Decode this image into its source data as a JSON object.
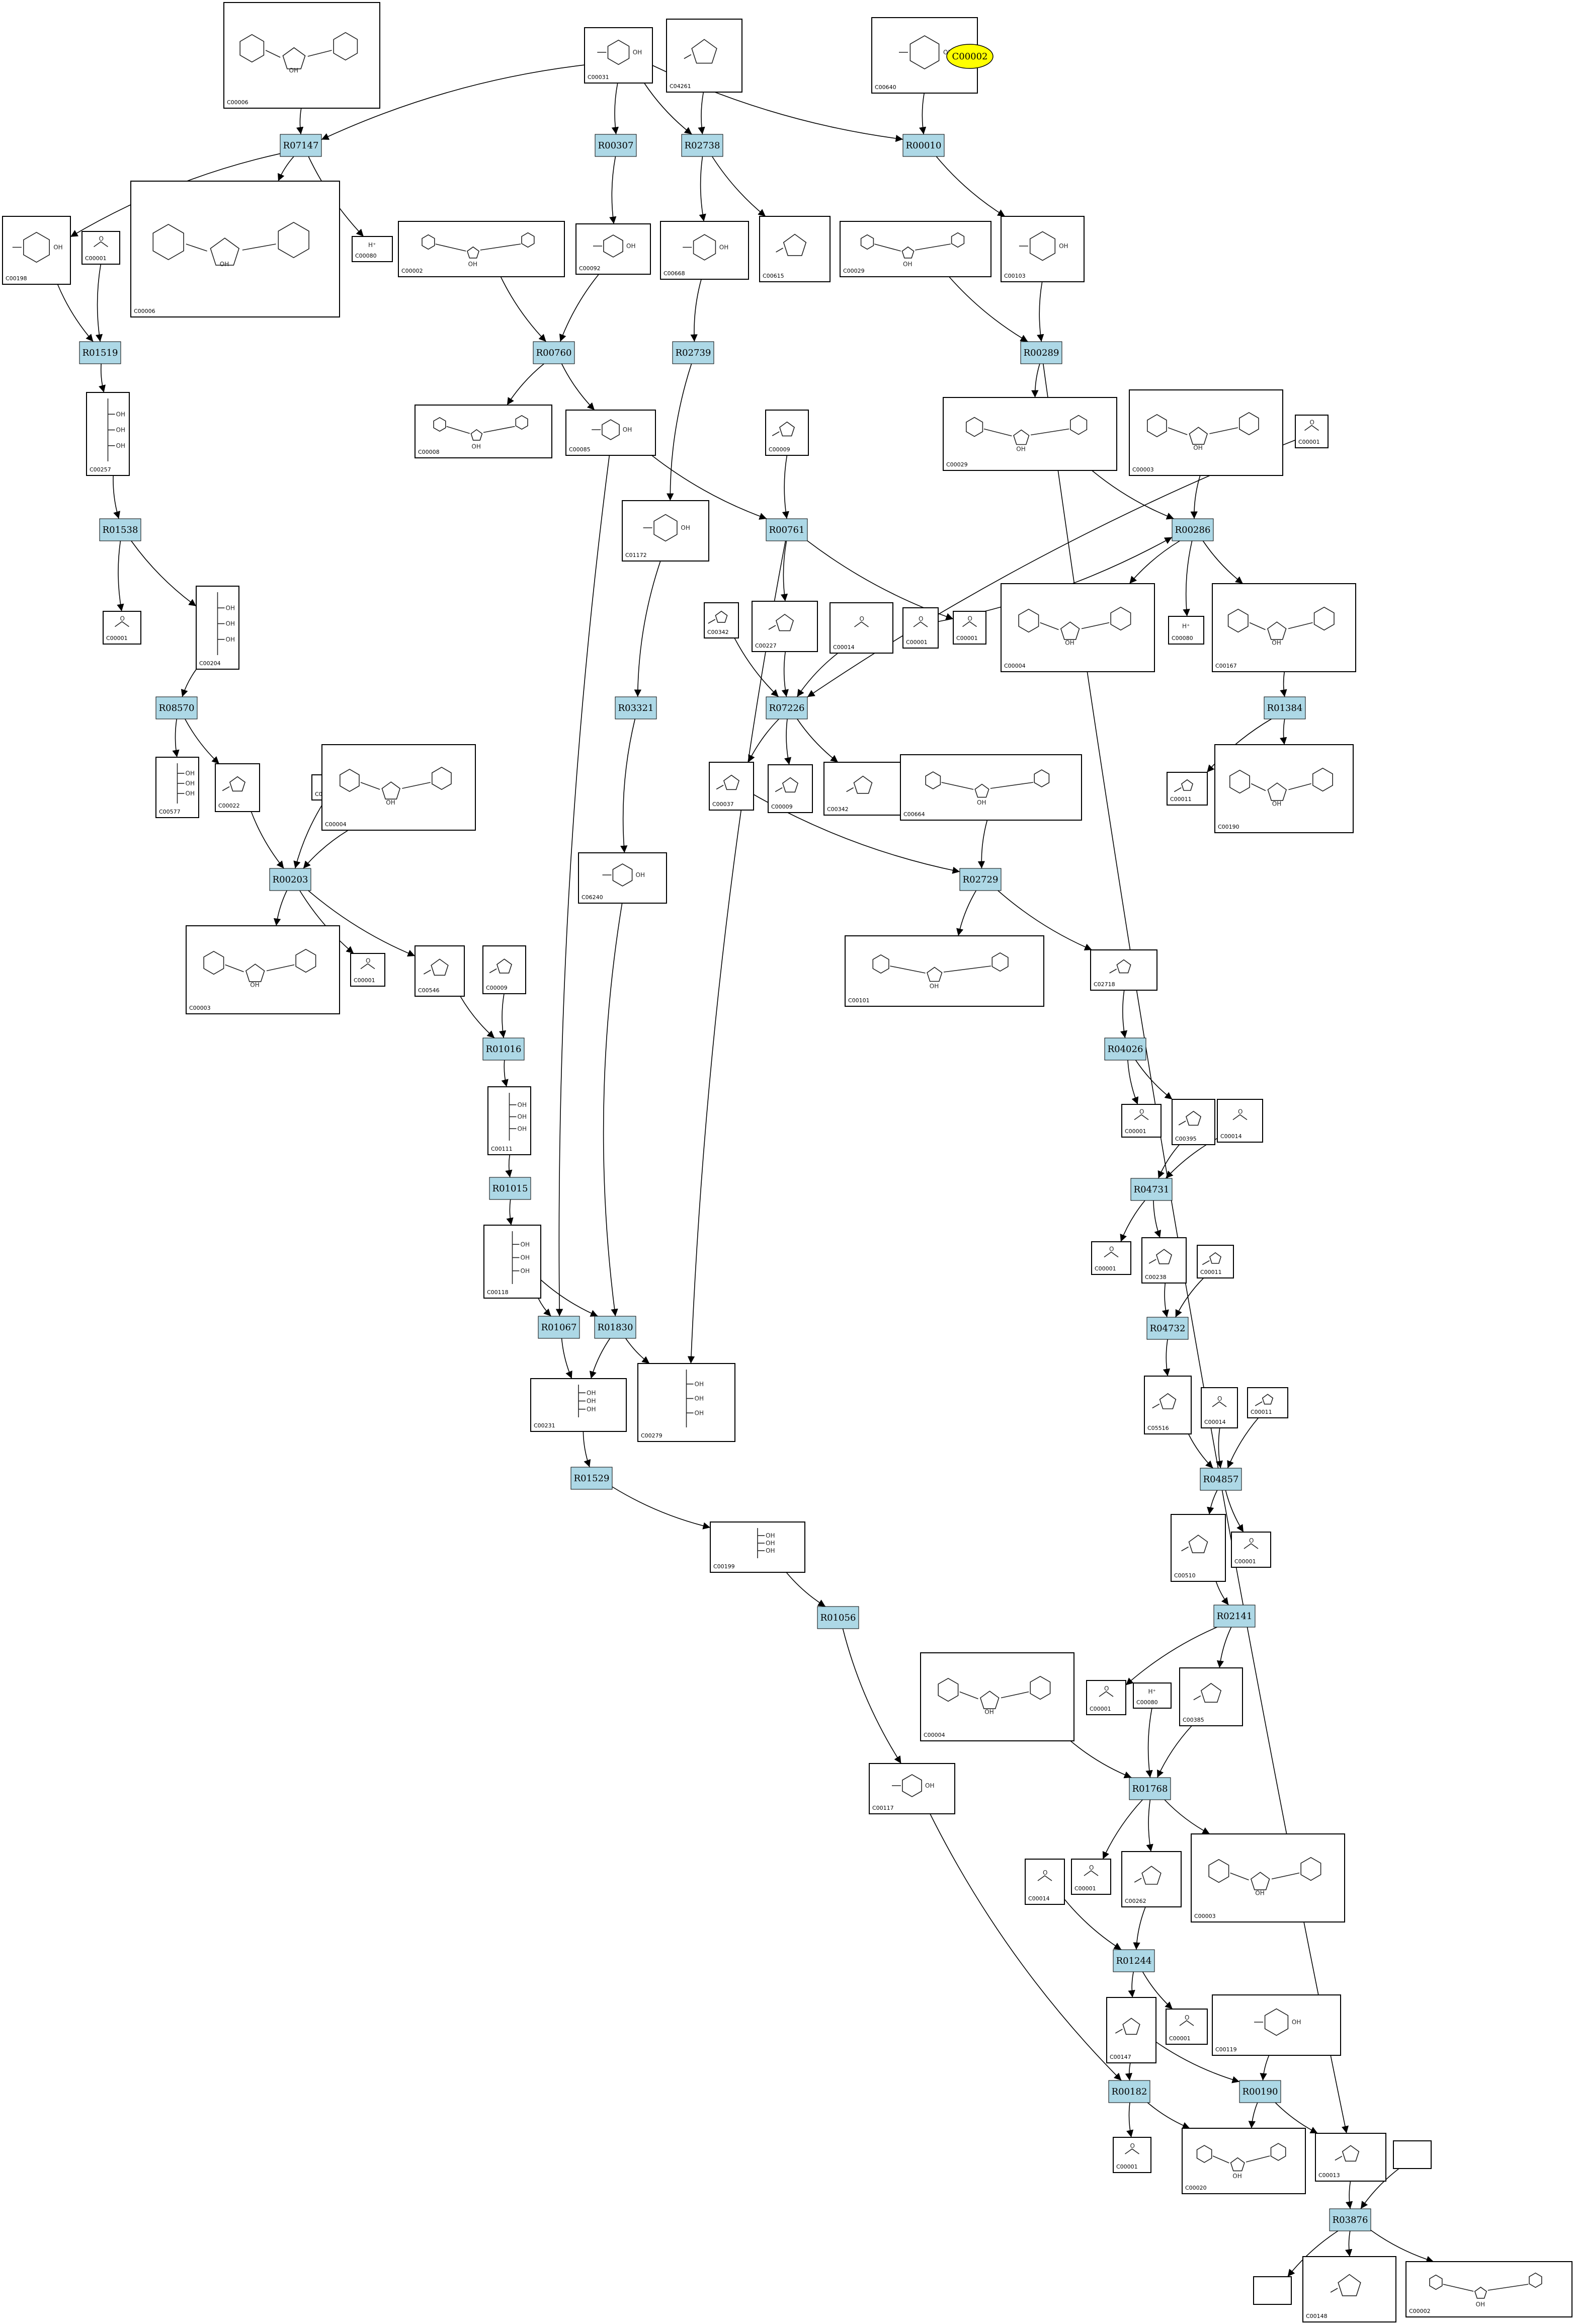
{
  "legend": {
    "label": "C00002",
    "color": "#ffff00"
  },
  "colors": {
    "reaction_fill": "#add8e6",
    "compound_fill": "#ffffff",
    "line": "#000000"
  },
  "compounds": [
    {
      "id": "n1",
      "label": "C00006",
      "type": "nucleotide"
    },
    {
      "id": "n2",
      "label": "C00031",
      "type": "sugar"
    },
    {
      "id": "n3",
      "label": "C04261",
      "type": "small"
    },
    {
      "id": "n4",
      "label": "C00640",
      "type": "sugar"
    },
    {
      "id": "n5",
      "label": "C00198",
      "type": "sugar"
    },
    {
      "id": "n6",
      "label": "C00001",
      "type": "water"
    },
    {
      "id": "n7",
      "label": "C00006",
      "type": "nucleotide"
    },
    {
      "id": "n8",
      "label": "C00080",
      "type": "ion"
    },
    {
      "id": "n9",
      "label": "C00002",
      "type": "nucleotide"
    },
    {
      "id": "n10",
      "label": "C00092",
      "type": "sugar"
    },
    {
      "id": "n11",
      "label": "C00668",
      "type": "sugar"
    },
    {
      "id": "n12",
      "label": "C00615",
      "type": "small"
    },
    {
      "id": "n13",
      "label": "C00029",
      "type": "nucleotide"
    },
    {
      "id": "n14",
      "label": "C00103",
      "type": "sugar"
    },
    {
      "id": "n15",
      "label": "C00257",
      "type": "chain"
    },
    {
      "id": "n16",
      "label": "C00008",
      "type": "nucleotide"
    },
    {
      "id": "n17",
      "label": "C00085",
      "type": "sugar"
    },
    {
      "id": "n18",
      "label": "C00029",
      "type": "nucleotide"
    },
    {
      "id": "n19",
      "label": "C00003",
      "type": "nucleotide"
    },
    {
      "id": "n20",
      "label": "C00001",
      "type": "water"
    },
    {
      "id": "n21",
      "label": "C00009",
      "type": "small"
    },
    {
      "id": "n22",
      "label": "C01172",
      "type": "sugar"
    },
    {
      "id": "n23",
      "label": "C00001",
      "type": "water"
    },
    {
      "id": "n24",
      "label": "C00204",
      "type": "chain"
    },
    {
      "id": "n25",
      "label": "C00001",
      "type": "water"
    },
    {
      "id": "n26",
      "label": "C00342",
      "type": "small"
    },
    {
      "id": "n27",
      "label": "C00227",
      "type": "small"
    },
    {
      "id": "n28",
      "label": "C00014",
      "type": "water"
    },
    {
      "id": "n29",
      "label": "C00001",
      "type": "water"
    },
    {
      "id": "n30",
      "label": "C00004",
      "type": "nucleotide"
    },
    {
      "id": "n31",
      "label": "C00080",
      "type": "ion"
    },
    {
      "id": "n32",
      "label": "C00167",
      "type": "nucleotide"
    },
    {
      "id": "n33",
      "label": "C00577",
      "type": "chain"
    },
    {
      "id": "n34",
      "label": "C00022",
      "type": "small"
    },
    {
      "id": "n35",
      "label": "C00080",
      "type": "ion"
    },
    {
      "id": "n36",
      "label": "C00004",
      "type": "nucleotide"
    },
    {
      "id": "n37",
      "label": "C00037",
      "type": "small"
    },
    {
      "id": "n38",
      "label": "C00009",
      "type": "small"
    },
    {
      "id": "n39",
      "label": "C00342",
      "type": "small"
    },
    {
      "id": "n40",
      "label": "C00664",
      "type": "nucleotide"
    },
    {
      "id": "n41",
      "label": "C00011",
      "type": "small"
    },
    {
      "id": "n42",
      "label": "C00190",
      "type": "nucleotide"
    },
    {
      "id": "n43",
      "label": "C06240",
      "type": "sugar"
    },
    {
      "id": "n44",
      "label": "C00003",
      "type": "nucleotide"
    },
    {
      "id": "n45",
      "label": "C00001",
      "type": "water"
    },
    {
      "id": "n46",
      "label": "C00546",
      "type": "small"
    },
    {
      "id": "n47",
      "label": "C00009",
      "type": "small"
    },
    {
      "id": "n48",
      "label": "C00101",
      "type": "nucleotide"
    },
    {
      "id": "n49",
      "label": "C02718",
      "type": "small"
    },
    {
      "id": "n50",
      "label": "C00111",
      "type": "chain"
    },
    {
      "id": "n51",
      "label": "C00001",
      "type": "water"
    },
    {
      "id": "n52",
      "label": "C00395",
      "type": "small"
    },
    {
      "id": "n53",
      "label": "C00014",
      "type": "water"
    },
    {
      "id": "n54",
      "label": "C00118",
      "type": "chain"
    },
    {
      "id": "n55",
      "label": "C00001",
      "type": "water"
    },
    {
      "id": "n56",
      "label": "C00238",
      "type": "small"
    },
    {
      "id": "n57",
      "label": "C00011",
      "type": "small"
    },
    {
      "id": "n58",
      "label": "C00231",
      "type": "chain"
    },
    {
      "id": "n59",
      "label": "C00279",
      "type": "chain"
    },
    {
      "id": "n60",
      "label": "C05516",
      "type": "small"
    },
    {
      "id": "n61",
      "label": "C00014",
      "type": "water"
    },
    {
      "id": "n62",
      "label": "C00011",
      "type": "small"
    },
    {
      "id": "n63",
      "label": "C00199",
      "type": "chain"
    },
    {
      "id": "n64",
      "label": "C00510",
      "type": "small"
    },
    {
      "id": "n65",
      "label": "C00001",
      "type": "water"
    },
    {
      "id": "n66",
      "label": "C00004",
      "type": "nucleotide"
    },
    {
      "id": "n67",
      "label": "C00001",
      "type": "water"
    },
    {
      "id": "n68",
      "label": "C00080",
      "type": "ion"
    },
    {
      "id": "n69",
      "label": "C00385",
      "type": "small"
    },
    {
      "id": "n70",
      "label": "C00117",
      "type": "sugar"
    },
    {
      "id": "n71",
      "label": "C00014",
      "type": "water"
    },
    {
      "id": "n72",
      "label": "C00001",
      "type": "water"
    },
    {
      "id": "n73",
      "label": "C00262",
      "type": "small"
    },
    {
      "id": "n74",
      "label": "C00003",
      "type": "nucleotide"
    },
    {
      "id": "n75",
      "label": "C00147",
      "type": "small"
    },
    {
      "id": "n76",
      "label": "C00001",
      "type": "water"
    },
    {
      "id": "n77",
      "label": "C00119",
      "type": "sugar"
    },
    {
      "id": "n78",
      "label": "C00001",
      "type": "water"
    },
    {
      "id": "n79",
      "label": "C00020",
      "type": "nucleotide"
    },
    {
      "id": "n80",
      "label": "C00013",
      "type": "small"
    },
    {
      "id": "n81",
      "label": "",
      "type": "empty"
    },
    {
      "id": "n82",
      "label": "",
      "type": "empty"
    },
    {
      "id": "n83",
      "label": "C00148",
      "type": "small"
    },
    {
      "id": "n84",
      "label": "C00002",
      "type": "nucleotide"
    }
  ],
  "reactions": [
    {
      "id": "r1",
      "label": "R07147"
    },
    {
      "id": "r2",
      "label": "R00307"
    },
    {
      "id": "r3",
      "label": "R02738"
    },
    {
      "id": "r4",
      "label": "R00010"
    },
    {
      "id": "r5",
      "label": "R01519"
    },
    {
      "id": "r6",
      "label": "R00760"
    },
    {
      "id": "r7",
      "label": "R02739"
    },
    {
      "id": "r8",
      "label": "R00289"
    },
    {
      "id": "r9",
      "label": "R01538"
    },
    {
      "id": "r10",
      "label": "R00761"
    },
    {
      "id": "r11",
      "label": "R00286"
    },
    {
      "id": "r12",
      "label": "R08570"
    },
    {
      "id": "r13",
      "label": "R03321"
    },
    {
      "id": "r14",
      "label": "R07226"
    },
    {
      "id": "r15",
      "label": "R01384"
    },
    {
      "id": "r16",
      "label": "R00203"
    },
    {
      "id": "r17",
      "label": "R02729"
    },
    {
      "id": "r18",
      "label": "R01016"
    },
    {
      "id": "r19",
      "label": "R04026"
    },
    {
      "id": "r20",
      "label": "R01015"
    },
    {
      "id": "r21",
      "label": "R04731"
    },
    {
      "id": "r22",
      "label": "R01067"
    },
    {
      "id": "r23",
      "label": "R01830"
    },
    {
      "id": "r24",
      "label": "R04732"
    },
    {
      "id": "r25",
      "label": "R01529"
    },
    {
      "id": "r26",
      "label": "R04857"
    },
    {
      "id": "r27",
      "label": "R01056"
    },
    {
      "id": "r28",
      "label": "R02141"
    },
    {
      "id": "r29",
      "label": "R01768"
    },
    {
      "id": "r30",
      "label": "R01244"
    },
    {
      "id": "r31",
      "label": "R00182"
    },
    {
      "id": "r32",
      "label": "R00190"
    },
    {
      "id": "r33",
      "label": "R03876"
    }
  ],
  "edges": [
    [
      "n1",
      "r1"
    ],
    [
      "n2",
      "r1"
    ],
    [
      "n2",
      "r2"
    ],
    [
      "n2",
      "r3"
    ],
    [
      "n2",
      "r4"
    ],
    [
      "n3",
      "r3"
    ],
    [
      "n4",
      "r4"
    ],
    [
      "r1",
      "n5"
    ],
    [
      "r1",
      "n7"
    ],
    [
      "r1",
      "n8"
    ],
    [
      "n5",
      "r5"
    ],
    [
      "n6",
      "r5"
    ],
    [
      "r5",
      "n15"
    ],
    [
      "n15",
      "r9"
    ],
    [
      "r9",
      "n23"
    ],
    [
      "r9",
      "n24"
    ],
    [
      "n24",
      "r12"
    ],
    [
      "r12",
      "n33"
    ],
    [
      "r12",
      "n34"
    ],
    [
      "n34",
      "r16"
    ],
    [
      "n35",
      "r16"
    ],
    [
      "n36",
      "r16"
    ],
    [
      "r16",
      "n44"
    ],
    [
      "r16",
      "n45"
    ],
    [
      "r16",
      "n46"
    ],
    [
      "n46",
      "r18"
    ],
    [
      "n47",
      "r18"
    ],
    [
      "r18",
      "n50"
    ],
    [
      "n50",
      "r20"
    ],
    [
      "r20",
      "n54"
    ],
    [
      "n54",
      "r22"
    ],
    [
      "n54",
      "r23"
    ],
    [
      "r2",
      "n10"
    ],
    [
      "n9",
      "r6"
    ],
    [
      "n10",
      "r6"
    ],
    [
      "r6",
      "n16"
    ],
    [
      "r6",
      "n17"
    ],
    [
      "n17",
      "r10"
    ],
    [
      "n17",
      "r22"
    ],
    [
      "n21",
      "r10"
    ],
    [
      "r10",
      "n25"
    ],
    [
      "r10",
      "n27"
    ],
    [
      "r10",
      "n59"
    ],
    [
      "r3",
      "n11"
    ],
    [
      "r3",
      "n12"
    ],
    [
      "n11",
      "r7"
    ],
    [
      "r7",
      "n22"
    ],
    [
      "n22",
      "r13"
    ],
    [
      "r13",
      "n43"
    ],
    [
      "n43",
      "r23"
    ],
    [
      "r22",
      "n58"
    ],
    [
      "r23",
      "n58"
    ],
    [
      "r23",
      "n59"
    ],
    [
      "n58",
      "r25"
    ],
    [
      "r25",
      "n63"
    ],
    [
      "n63",
      "r27"
    ],
    [
      "r27",
      "n70"
    ],
    [
      "n70",
      "r31"
    ],
    [
      "n20",
      "r14"
    ],
    [
      "n26",
      "r14"
    ],
    [
      "n27",
      "r14"
    ],
    [
      "n28",
      "r14"
    ],
    [
      "r14",
      "n37"
    ],
    [
      "r14",
      "n38"
    ],
    [
      "r14",
      "n39"
    ],
    [
      "n37",
      "r17"
    ],
    [
      "n40",
      "r17"
    ],
    [
      "r17",
      "n48"
    ],
    [
      "r17",
      "n49"
    ],
    [
      "n49",
      "r19"
    ],
    [
      "r19",
      "n51"
    ],
    [
      "r19",
      "n52"
    ],
    [
      "n52",
      "r21"
    ],
    [
      "n53",
      "r21"
    ],
    [
      "r21",
      "n55"
    ],
    [
      "r21",
      "n56"
    ],
    [
      "n56",
      "r24"
    ],
    [
      "n57",
      "r24"
    ],
    [
      "r24",
      "n60"
    ],
    [
      "n60",
      "r26"
    ],
    [
      "n61",
      "r26"
    ],
    [
      "n62",
      "r26"
    ],
    [
      "r26",
      "n64"
    ],
    [
      "r26",
      "n65"
    ],
    [
      "n64",
      "r28"
    ],
    [
      "r28",
      "n67"
    ],
    [
      "r28",
      "n69"
    ],
    [
      "n66",
      "r29"
    ],
    [
      "n68",
      "r29"
    ],
    [
      "n69",
      "r29"
    ],
    [
      "r29",
      "n72"
    ],
    [
      "r29",
      "n73"
    ],
    [
      "r29",
      "n74"
    ],
    [
      "n73",
      "r30"
    ],
    [
      "n71",
      "r30"
    ],
    [
      "r30",
      "n75"
    ],
    [
      "r30",
      "n76"
    ],
    [
      "n75",
      "r31"
    ],
    [
      "n75",
      "r32"
    ],
    [
      "n77",
      "r32"
    ],
    [
      "r31",
      "n78"
    ],
    [
      "r31",
      "n79"
    ],
    [
      "r32",
      "n79"
    ],
    [
      "r32",
      "n80"
    ],
    [
      "n80",
      "r33"
    ],
    [
      "n81",
      "r33"
    ],
    [
      "r33",
      "n82"
    ],
    [
      "r33",
      "n83"
    ],
    [
      "r33",
      "n84"
    ],
    [
      "r4",
      "n14"
    ],
    [
      "n13",
      "r8"
    ],
    [
      "n14",
      "r8"
    ],
    [
      "r8",
      "n18"
    ],
    [
      "r8",
      "n80"
    ],
    [
      "n18",
      "r11"
    ],
    [
      "n19",
      "r11"
    ],
    [
      "n29",
      "r11"
    ],
    [
      "r11",
      "n30"
    ],
    [
      "r11",
      "n31"
    ],
    [
      "r11",
      "n32"
    ],
    [
      "n32",
      "r15"
    ],
    [
      "r15",
      "n41"
    ],
    [
      "r15",
      "n42"
    ]
  ]
}
